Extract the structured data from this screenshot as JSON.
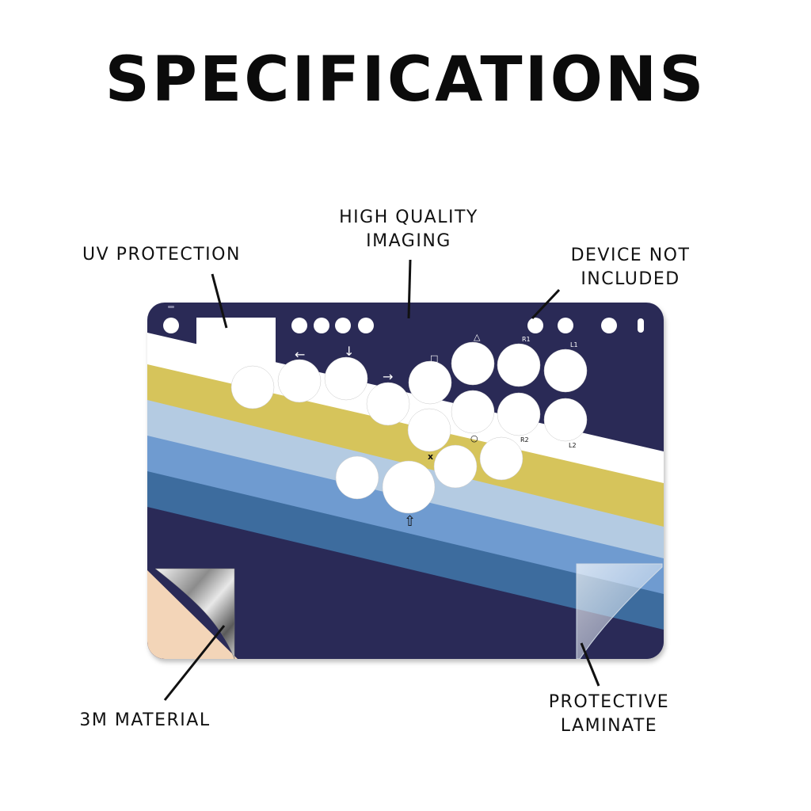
{
  "title": "SPECIFICATIONS",
  "callouts": {
    "uv_protection": [
      "UV PROTECTION"
    ],
    "high_quality_imaging": [
      "HIGH QUALITY",
      "IMAGING"
    ],
    "device_not_included": [
      "DEVICE NOT",
      "INCLUDED"
    ],
    "material_3m": [
      "3M MATERIAL"
    ],
    "protective_laminate": [
      "PROTECTIVE",
      "LAMINATE"
    ]
  },
  "button_marks": {
    "left": "←",
    "down": "↓",
    "right": "→",
    "up": "⇧",
    "square": "□",
    "triangle": "△",
    "circle": "○",
    "cross": "x",
    "r1": "R1",
    "l1": "L1",
    "r2": "R2",
    "l2": "L2"
  },
  "colors": {
    "navy": "#2a2a57",
    "white_stripe": "#ffffff",
    "gold_stripe": "#d6c45b",
    "light_blue_stripe": "#b4cbe2",
    "mid_blue_stripe": "#6f9bd0",
    "steel_blue_stripe": "#3d6c9e",
    "backing_peach": "#f3d5b8"
  }
}
